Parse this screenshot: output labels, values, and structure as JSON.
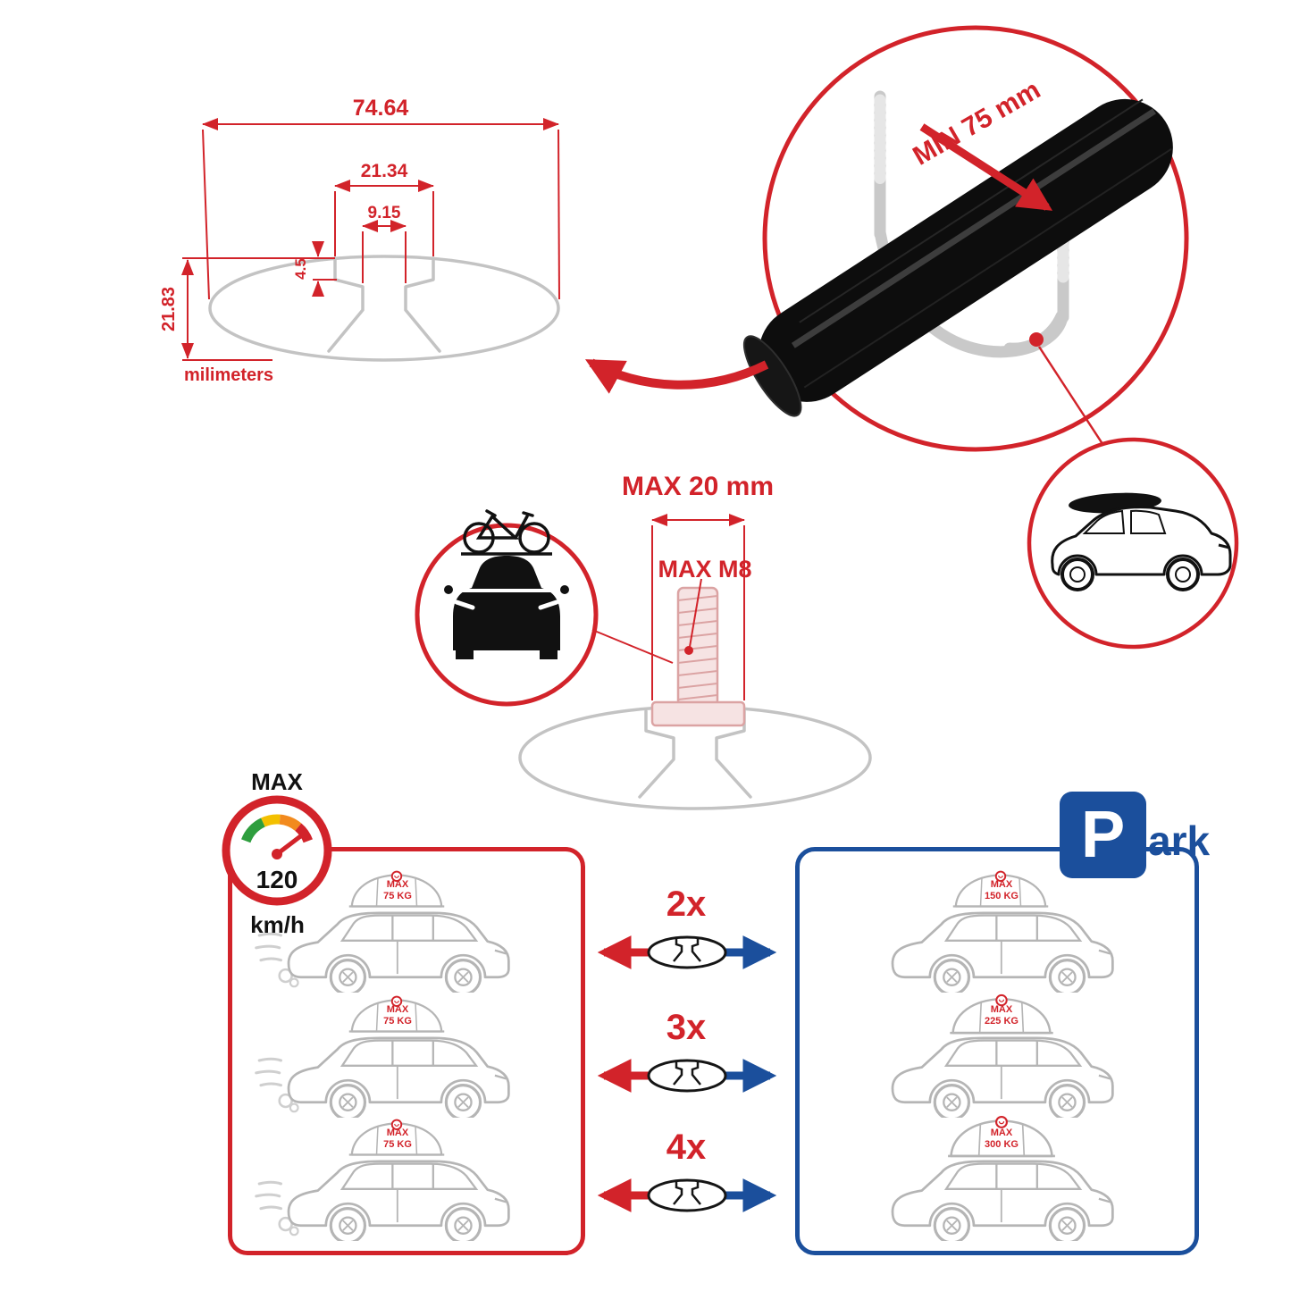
{
  "colors": {
    "red": "#d2232a",
    "blue": "#1b4f9c",
    "gray": "#c3c3c3",
    "black": "#111111"
  },
  "cross_section": {
    "dim_total_width": "74.64",
    "dim_slot_outer_width": "21.34",
    "dim_slot_inner_width": "9.15",
    "dim_lip_depth": "4.5",
    "dim_total_height": "21.83",
    "unit": "milimeters"
  },
  "clamp": {
    "min_gap": "MIN 75 mm"
  },
  "bolt": {
    "max_width": "MAX 20 mm",
    "max_thread": "MAX M8"
  },
  "speed": {
    "label": "MAX",
    "value": "120",
    "unit": "km/h"
  },
  "park": {
    "letter": "P",
    "rest": "ark"
  },
  "rows": [
    {
      "multiplier": "2x",
      "drive_max": "MAX",
      "drive_kg": "75 KG",
      "park_max": "MAX",
      "park_kg": "150 KG"
    },
    {
      "multiplier": "3x",
      "drive_max": "MAX",
      "drive_kg": "75 KG",
      "park_max": "MAX",
      "park_kg": "225 KG"
    },
    {
      "multiplier": "4x",
      "drive_max": "MAX",
      "drive_kg": "75 KG",
      "park_max": "MAX",
      "park_kg": "300 KG"
    }
  ]
}
